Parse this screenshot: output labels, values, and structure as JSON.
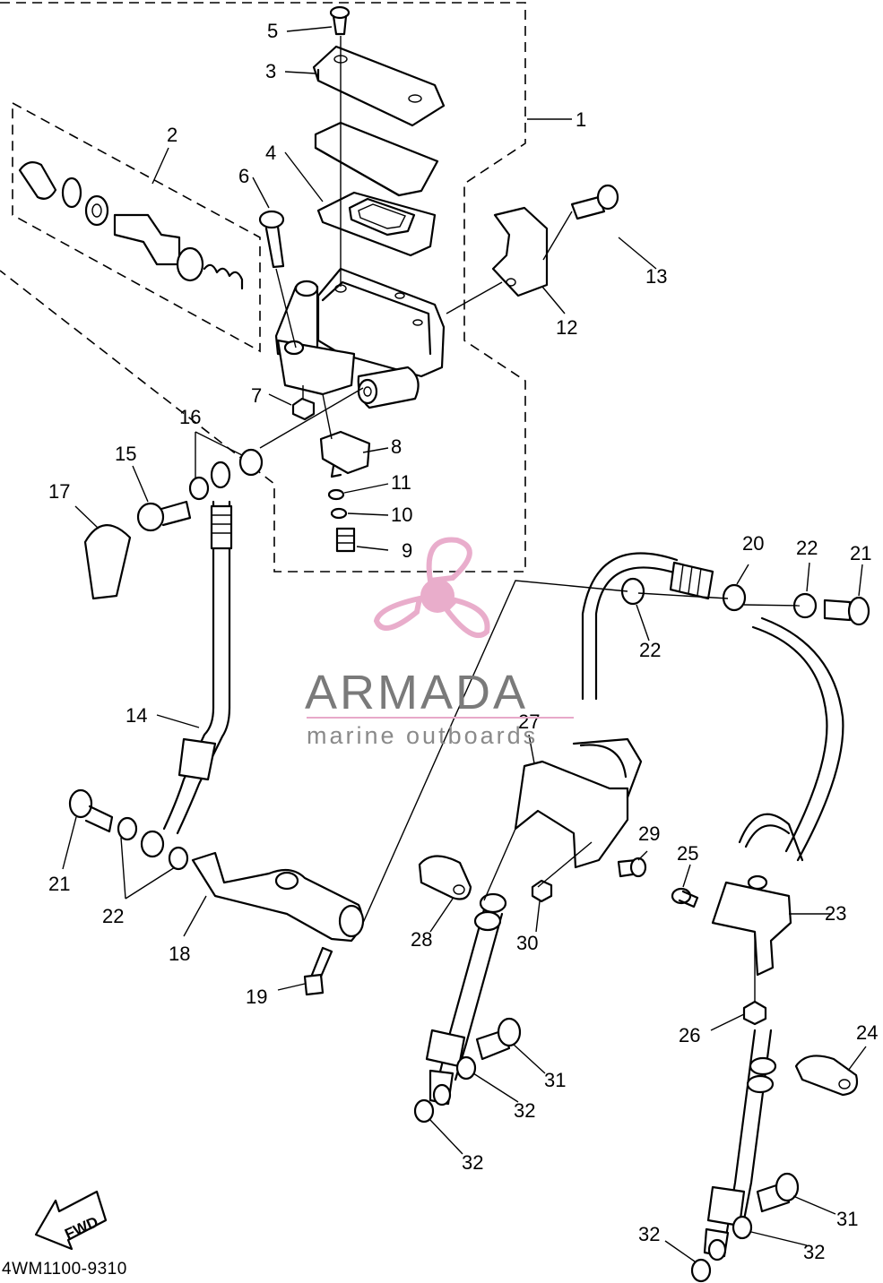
{
  "diagram_code": "4WM1100-9310",
  "watermark": {
    "brand": "ARMADA",
    "tagline": "marine outboards",
    "color": "#e8a9c9"
  },
  "fwd_label": "FWD",
  "callouts": {
    "c1": "1",
    "c2": "2",
    "c3": "3",
    "c4": "4",
    "c5": "5",
    "c6": "6",
    "c7": "7",
    "c8": "8",
    "c9": "9",
    "c10": "10",
    "c11": "11",
    "c12": "12",
    "c13": "13",
    "c14": "14",
    "c15": "15",
    "c16": "16",
    "c17": "17",
    "c18": "18",
    "c19": "19",
    "c20": "20",
    "c21a": "21",
    "c21b": "21",
    "c22a": "22",
    "c22b": "22",
    "c22c": "22",
    "c23": "23",
    "c24": "24",
    "c25": "25",
    "c26": "26",
    "c27": "27",
    "c28": "28",
    "c29": "29",
    "c30": "30",
    "c31a": "31",
    "c31b": "31",
    "c32a": "32",
    "c32b": "32",
    "c32c": "32",
    "c32d": "32"
  }
}
